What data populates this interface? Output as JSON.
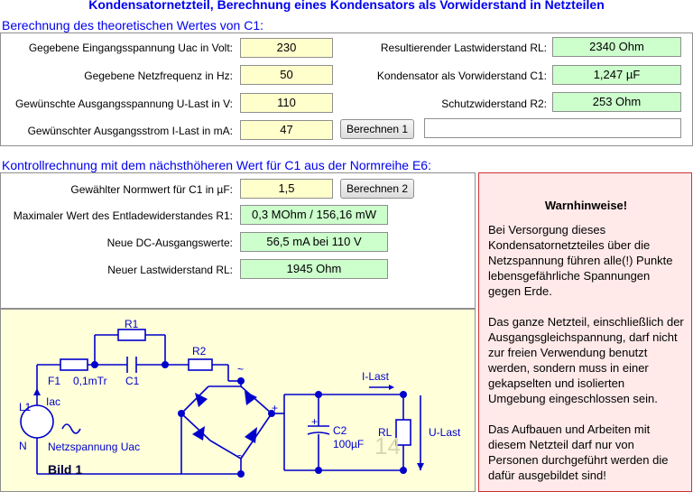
{
  "title": "Kondensatornetzteil, Berechnung eines Kondensators als Vorwiderstand in Netzteilen",
  "section1": {
    "heading": "Berechnung des theoretischen Wertes von C1:",
    "inputs": [
      {
        "label": "Gegebene Eingangsspannung Uac in Volt:",
        "value": "230"
      },
      {
        "label": "Gegebene Netzfrequenz in Hz:",
        "value": "50"
      },
      {
        "label": "Gewünschte Ausgangsspannung U-Last in V:",
        "value": "110"
      },
      {
        "label": "Gewünschter Ausgangsstrom I-Last in mA:",
        "value": "47"
      }
    ],
    "results": [
      {
        "label": "Resultierender Lastwiderstand RL:",
        "value": "2340 Ohm"
      },
      {
        "label": "Kondensator als Vorwiderstand C1:",
        "value": "1,247 µF"
      },
      {
        "label": "Schutzwiderstand R2:",
        "value": "253 Ohm"
      }
    ],
    "button": "Berechnen 1",
    "message": ""
  },
  "section2": {
    "heading": "Kontrollrechnung mit dem nächsthöheren Wert für C1 aus der Normreihe E6:",
    "normwert_label": "Gewählter Normwert für C1 in µF:",
    "normwert_value": "1,5",
    "button": "Berechnen 2",
    "results": [
      {
        "label": "Maximaler Wert des Entladewiderstandes R1:",
        "value": "0,3 MOhm / 156,16 mW"
      },
      {
        "label": "Neue DC-Ausgangswerte:",
        "value": "56,5 mA bei 110 V"
      },
      {
        "label": "Neuer Lastwiderstand RL:",
        "value": "1945 Ohm"
      }
    ]
  },
  "warning": {
    "title": "Warnhinweise!",
    "paragraphs": [
      "Bei Versorgung dieses Kondensatornetzteiles über die Netzspannung führen alle(!) Punkte lebensgefährliche Spannungen gegen Erde.",
      "Das ganze Netzteil, einschließlich der Ausgangsgleichspannung, darf nicht zur freien Verwendung benutzt werden, sondern muss in einer gekapselten und isolierten Umgebung eingeschlossen sein.",
      "Das Aufbauen und Arbeiten mit diesem Netzteil darf nur von Personen durchgeführt werden die dafür ausgebildet sind!"
    ]
  },
  "diagram": {
    "caption": "Bild 1",
    "labels": {
      "r1": "R1",
      "r2": "R2",
      "f1": "F1",
      "fuse": "0,1mTr",
      "c1": "C1",
      "l1": "L1",
      "n": "N",
      "iac": "Iac",
      "source": "Netzspannung Uac",
      "ilast": "I-Last",
      "c2": "C2",
      "c2val": "100µF",
      "rl": "RL",
      "ulast": "U-Last",
      "plus": "+",
      "ac1": "~",
      "ac2": "~",
      "watermark": "14"
    }
  },
  "colors": {
    "heading": "#0000ee",
    "input_bg": "#ffffcc",
    "result_bg": "#ccffcc",
    "warning_bg": "#ffe9e9",
    "diagram_bg": "#ffffd9",
    "circuit": "#0000cc"
  }
}
